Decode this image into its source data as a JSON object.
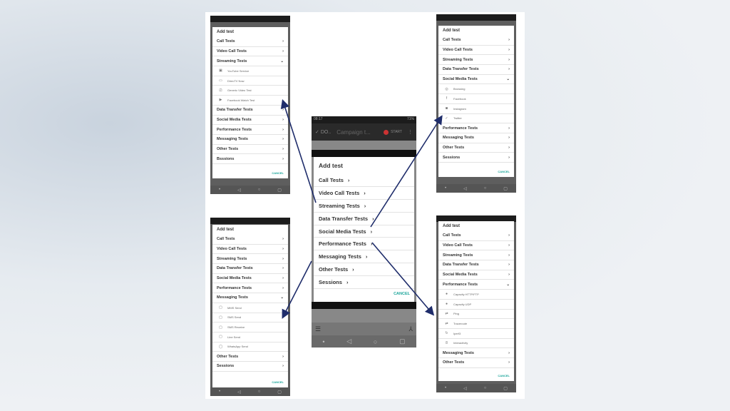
{
  "dialog_title": "Add test",
  "cancel_label": "CANCEL",
  "center": {
    "status_time": "08:17",
    "status_right": "71%",
    "toolbar": {
      "done_label": "DO..",
      "title": "Campaign t...",
      "start_label": "START"
    },
    "items": [
      "Call Tests",
      "Video Call Tests",
      "Streaming Tests",
      "Data Transfer Tests",
      "Social Media Tests",
      "Performance Tests",
      "Messaging Tests",
      "Other Tests",
      "Sessions"
    ]
  },
  "side_phones": [
    {
      "id": "streaming",
      "items": [
        {
          "t": "Call Tests",
          "k": "cat"
        },
        {
          "t": "Video Call Tests",
          "k": "cat"
        },
        {
          "t": "Streaming Tests",
          "k": "open"
        },
        {
          "t": "YouTube Service",
          "k": "sub",
          "i": "▣"
        },
        {
          "t": "DirecTV Now",
          "k": "sub",
          "i": "▭"
        },
        {
          "t": "Generic Video Test",
          "k": "sub",
          "i": "⎚"
        },
        {
          "t": "Facebook Watch Test",
          "k": "sub",
          "i": "▶"
        },
        {
          "t": "Data Transfer Tests",
          "k": "cat"
        },
        {
          "t": "Social Media Tests",
          "k": "cat"
        },
        {
          "t": "Performance Tests",
          "k": "cat"
        },
        {
          "t": "Messaging Tests",
          "k": "cat"
        },
        {
          "t": "Other Tests",
          "k": "cat"
        },
        {
          "t": "Bsssions",
          "k": "cat"
        }
      ]
    },
    {
      "id": "social",
      "items": [
        {
          "t": "Call Tests",
          "k": "cat"
        },
        {
          "t": "Video Call Tests",
          "k": "cat"
        },
        {
          "t": "Streaming Tests",
          "k": "cat"
        },
        {
          "t": "Data Transfer Tests",
          "k": "cat"
        },
        {
          "t": "Social Media Tests",
          "k": "open"
        },
        {
          "t": "Browsing",
          "k": "sub",
          "i": "◎"
        },
        {
          "t": "Facebook",
          "k": "sub",
          "i": "f"
        },
        {
          "t": "Instagram",
          "k": "sub",
          "i": "◙"
        },
        {
          "t": "Twitter",
          "k": "sub",
          "i": "✓"
        },
        {
          "t": "Performance Tests",
          "k": "cat"
        },
        {
          "t": "Messaging Tests",
          "k": "cat"
        },
        {
          "t": "Other Tests",
          "k": "cat"
        },
        {
          "t": "Sessions",
          "k": "cat"
        }
      ]
    },
    {
      "id": "messaging",
      "items": [
        {
          "t": "Call Tests",
          "k": "cat"
        },
        {
          "t": "Video Call Tests",
          "k": "cat"
        },
        {
          "t": "Streaming Tests",
          "k": "cat"
        },
        {
          "t": "Data Transfer Tests",
          "k": "cat"
        },
        {
          "t": "Social Media Tests",
          "k": "cat"
        },
        {
          "t": "Performance Tests",
          "k": "cat"
        },
        {
          "t": "Messaging Tests",
          "k": "open"
        },
        {
          "t": "MMS Send",
          "k": "sub",
          "i": "▢"
        },
        {
          "t": "SMS Send",
          "k": "sub",
          "i": "▢"
        },
        {
          "t": "SMS Receive",
          "k": "sub",
          "i": "▢"
        },
        {
          "t": "Line Send",
          "k": "sub",
          "i": "▢"
        },
        {
          "t": "WhatsApp Send",
          "k": "sub",
          "i": "◯"
        },
        {
          "t": "Other Tests",
          "k": "cat"
        },
        {
          "t": "Sessions",
          "k": "cat"
        }
      ]
    },
    {
      "id": "performance",
      "items": [
        {
          "t": "Call Tests",
          "k": "cat"
        },
        {
          "t": "Video Call Tests",
          "k": "cat"
        },
        {
          "t": "Streaming Tests",
          "k": "cat"
        },
        {
          "t": "Data Transfer Tests",
          "k": "cat"
        },
        {
          "t": "Social Media Tests",
          "k": "cat"
        },
        {
          "t": "Performance Tests",
          "k": "open"
        },
        {
          "t": "Capacity HTTP/FTP",
          "k": "sub",
          "i": "●"
        },
        {
          "t": "Capacity UDP",
          "k": "sub",
          "i": "●"
        },
        {
          "t": "Ping",
          "k": "sub",
          "i": "⇄"
        },
        {
          "t": "Traceroute",
          "k": "sub",
          "i": "⇄"
        },
        {
          "t": "Iperf3",
          "k": "sub",
          "i": "↻"
        },
        {
          "t": "Interactivity",
          "k": "sub",
          "i": "8"
        },
        {
          "t": "Messaging Tests",
          "k": "cat"
        },
        {
          "t": "Other Tests",
          "k": "cat"
        }
      ]
    }
  ],
  "colors": {
    "arrow": "#1f2d6b",
    "cancel": "#1aa59a",
    "record": "#e03030"
  }
}
